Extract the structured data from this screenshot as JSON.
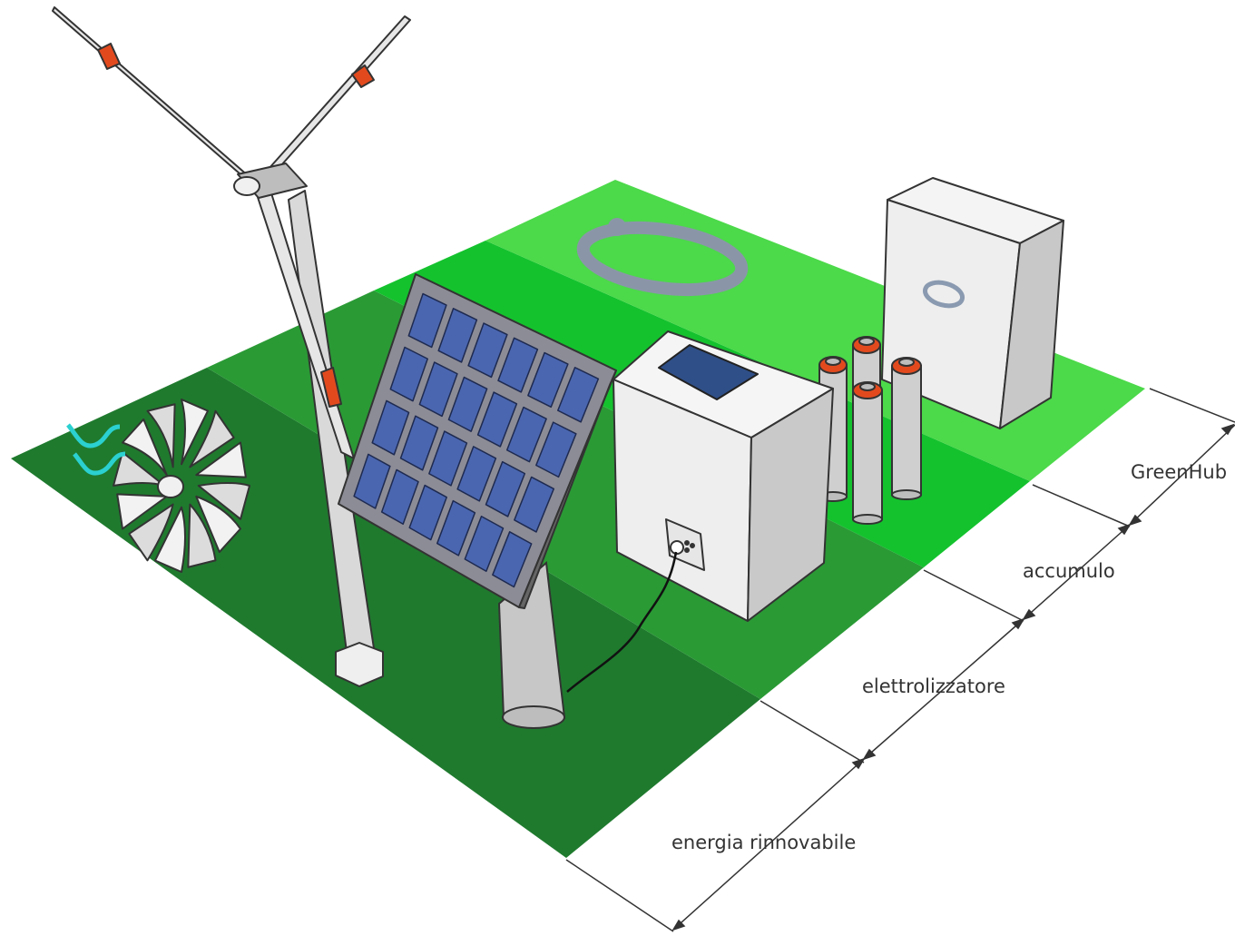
{
  "labels": {
    "greenhub": "GreenHub",
    "accumulo": "accumulo",
    "elettrolizzatore": "elettrolizzatore",
    "energia": "energia rinnovabile"
  },
  "icons": {
    "logo": "greenhub-ring-logo",
    "water_wave": "water-wave-icon"
  },
  "colors": {
    "zone_renewable": "#1f7a2e",
    "zone_electrolyzer": "#2a9a35",
    "zone_storage": "#15c230",
    "zone_greenhub": "#4fd94a",
    "panel_cell": "#4a66b0",
    "tank_cap": "#e24a1e",
    "blade_stripe": "#e24a1e",
    "box_face": "#eeeeee"
  }
}
